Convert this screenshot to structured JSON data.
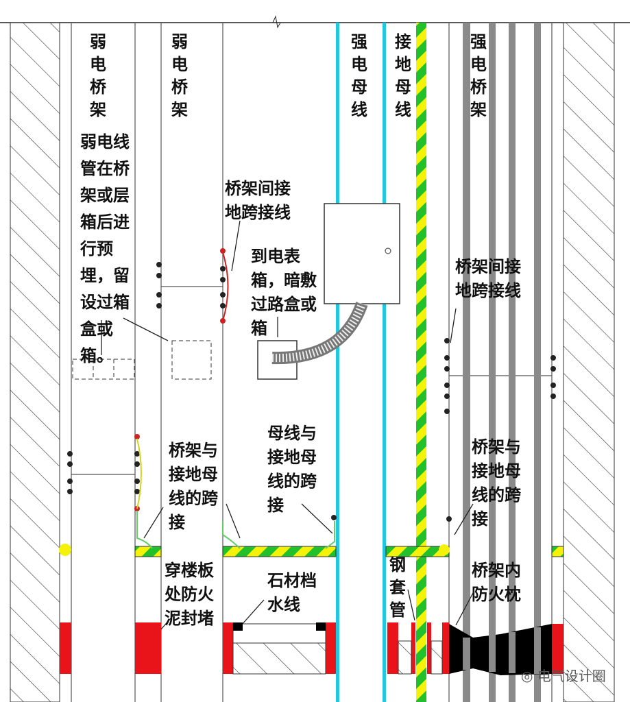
{
  "labels": {
    "weak_tray_1": "弱电桥架",
    "weak_tray_2": "弱电桥架",
    "strong_busbar": "强电母线",
    "ground_busbar": "接地母线",
    "strong_tray": "强电桥架",
    "weak_conduit_note": "弱电线管在桥架或层箱后进行预埋，留设过箱盒或箱。",
    "tray_jumper_left": "桥架间接地跨接线",
    "to_meter_box": "到电表箱，暗敷过路盒或箱",
    "tray_jumper_right": "桥架间接地跨接线",
    "tray_ground_jumper_left": "桥架与接地母线的跨接",
    "busbar_ground_jumper": "母线与接地母线的跨接",
    "tray_ground_jumper_right": "桥架与接地母线的跨接",
    "fire_mud_seal": "穿楼板处防火泥封堵",
    "stone_water_stop": "石材档水线",
    "steel_sleeve": "钢套管",
    "fire_pillow": "桥架内防火枕"
  },
  "watermark": "电气设计圈",
  "colors": {
    "busbar_cyan": "#22c8e0",
    "ground_green": "#22c02a",
    "ground_yellow": "#f5f20a",
    "fire_seal_red": "#e8141a",
    "tray_gray": "#8a8a8a",
    "pillow_black": "#000000"
  }
}
